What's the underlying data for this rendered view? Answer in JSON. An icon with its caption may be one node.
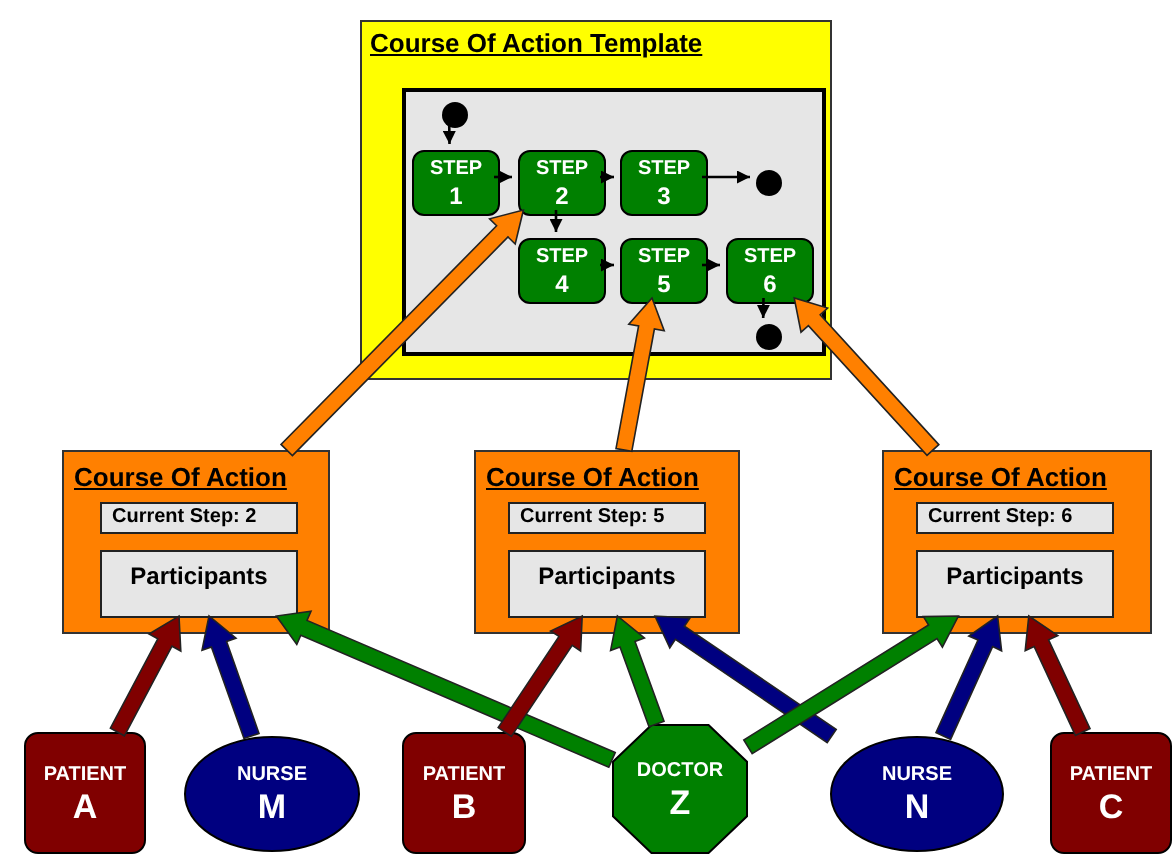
{
  "diagram": {
    "nodes": [
      {
        "text": [
          "Course Of Action Template"
        ]
      },
      {
        "text": [],
        "shape": "box",
        "in": 0
      },
      {
        "text": [],
        "shape": "circle",
        "in": 1
      },
      {
        "text": [
          "STEP",
          "1"
        ],
        "in": 1
      },
      {
        "text": [
          "STEP",
          "2"
        ],
        "in": 1
      },
      {
        "text": [
          "STEP",
          "3"
        ],
        "in": 1
      },
      {
        "text": [
          "STEP",
          "4"
        ],
        "in": 1
      },
      {
        "text": [
          "STEP",
          "5"
        ],
        "in": 1
      },
      {
        "text": [
          "STEP",
          "6"
        ],
        "in": 1
      },
      {
        "text": [],
        "shape": "circle",
        "in": 1
      },
      {
        "text": [],
        "shape": "circle",
        "in": 1
      },
      {
        "text": [
          "Course Of Action"
        ]
      },
      {
        "text": [
          "Current Step: 2"
        ],
        "in": 11
      },
      {
        "text": [
          "Participants"
        ],
        "in": 11
      },
      {
        "text": [
          "Course Of Action"
        ]
      },
      {
        "text": [
          "Current Step: 5"
        ],
        "in": 14
      },
      {
        "text": [
          "Participants"
        ],
        "in": 14
      },
      {
        "text": [
          "Course Of Action"
        ]
      },
      {
        "text": [
          "Current Step: 6"
        ],
        "in": 17
      },
      {
        "text": [
          "Participants"
        ],
        "in": 17
      },
      {
        "text": [
          "PATIENT",
          "A"
        ]
      },
      {
        "text": [
          "NURSE",
          "M"
        ]
      },
      {
        "text": [
          "PATIENT",
          "B"
        ]
      },
      {
        "text": [
          "DOCTOR",
          "Z"
        ]
      },
      {
        "text": [
          "NURSE",
          "N"
        ]
      },
      {
        "text": [
          "PATIENT",
          "C"
        ]
      }
    ],
    "edges": [
      {
        "from": 2,
        "to": 3,
        "arrow": "to"
      },
      {
        "from": 3,
        "to": 4,
        "arrow": "to"
      },
      {
        "from": 4,
        "to": 5,
        "arrow": "to"
      },
      {
        "from": 5,
        "to": 9,
        "arrow": "to"
      },
      {
        "from": 4,
        "to": 6,
        "arrow": "to"
      },
      {
        "from": 6,
        "to": 7,
        "arrow": "to"
      },
      {
        "from": 7,
        "to": 8,
        "arrow": "to"
      },
      {
        "from": 8,
        "to": 10,
        "arrow": "to"
      },
      {
        "from": 11,
        "to": 4,
        "arrow": "to",
        "style": "thick",
        "color": "#ff8000"
      },
      {
        "from": 14,
        "to": 7,
        "arrow": "to",
        "style": "thick",
        "color": "#ff8000"
      },
      {
        "from": 17,
        "to": 8,
        "arrow": "to",
        "style": "thick",
        "color": "#ff8000"
      },
      {
        "from": 20,
        "to": 13,
        "arrow": "to",
        "style": "thick",
        "color": "#800000"
      },
      {
        "from": 21,
        "to": 13,
        "arrow": "to",
        "style": "thick",
        "color": "#000080"
      },
      {
        "from": 23,
        "to": 13,
        "arrow": "to",
        "style": "thick",
        "color": "#008000"
      },
      {
        "from": 22,
        "to": 16,
        "arrow": "to",
        "style": "thick",
        "color": "#800000"
      },
      {
        "from": 23,
        "to": 16,
        "arrow": "to",
        "style": "thick",
        "color": "#008000"
      },
      {
        "from": 24,
        "to": 16,
        "arrow": "to",
        "style": "thick",
        "color": "#000080"
      },
      {
        "from": 23,
        "to": 19,
        "arrow": "to",
        "style": "thick",
        "color": "#008000"
      },
      {
        "from": 24,
        "to": 19,
        "arrow": "to",
        "style": "thick",
        "color": "#000080"
      },
      {
        "from": 25,
        "to": 19,
        "arrow": "to",
        "style": "thick",
        "color": "#800000"
      }
    ]
  }
}
